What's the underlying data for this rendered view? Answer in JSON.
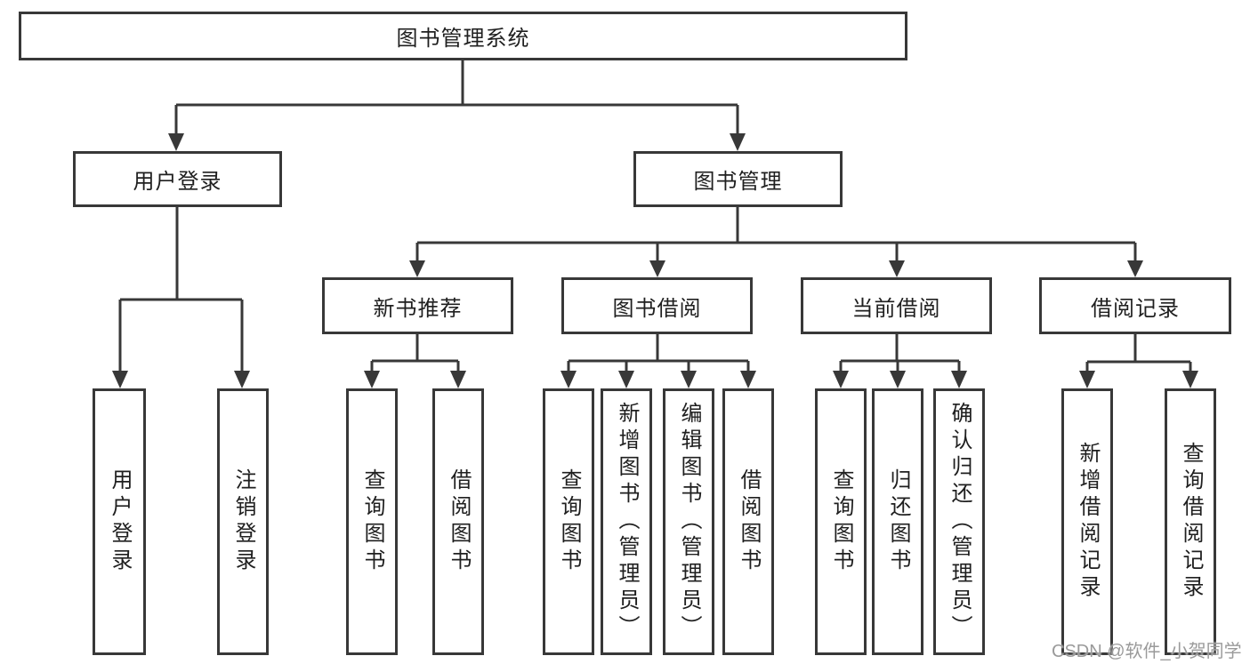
{
  "diagram_title": "图书管理系统",
  "nodes": {
    "root": "图书管理系统",
    "l2": [
      "用户登录",
      "图书管理"
    ],
    "l3": [
      "新书推荐",
      "图书借阅",
      "当前借阅",
      "借阅记录"
    ],
    "leaves": [
      "用户登录",
      "注销登录",
      "查询图书",
      "借阅图书",
      "查询图书",
      "新增图书（管理员）",
      "编辑图书（管理员）",
      "借阅图书",
      "查询图书",
      "归还图书",
      "确认归还（管理员）",
      "新增借阅记录",
      "查询借阅记录"
    ]
  },
  "watermark": "CSDN @软件_小贺同学",
  "colors": {
    "line": "#383838",
    "text": "#1f1f1f",
    "background": "#ffffff",
    "watermark": "#9a9a9a"
  }
}
